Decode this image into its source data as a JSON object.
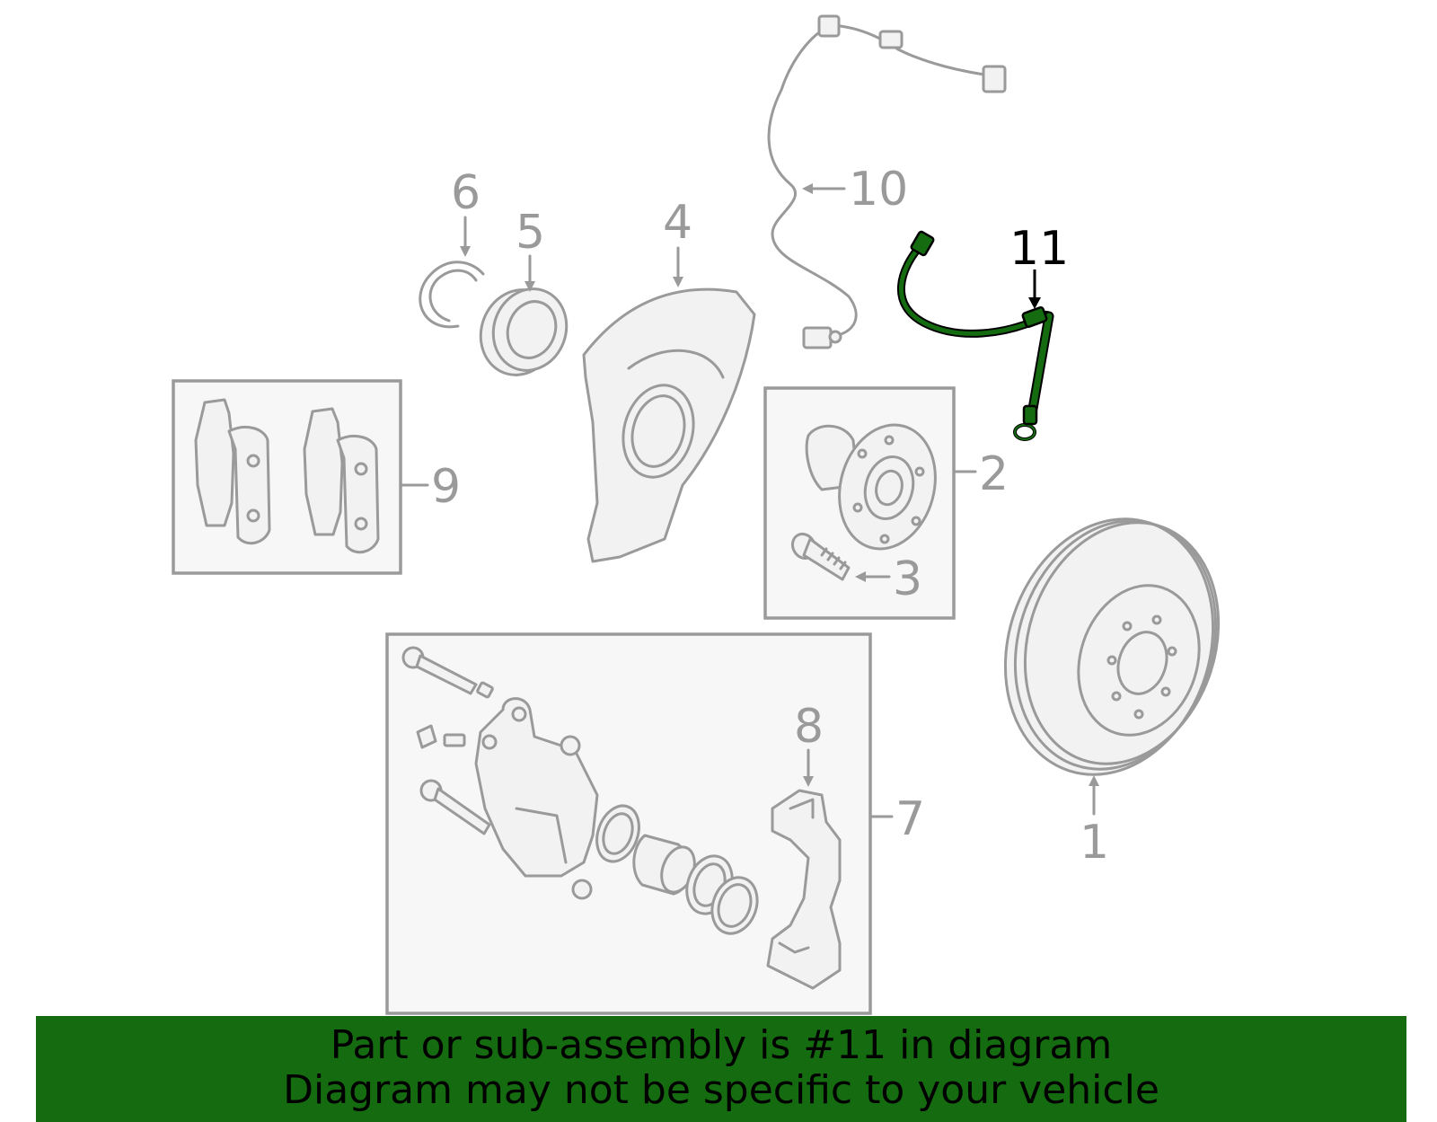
{
  "diagram": {
    "highlight_color": "#156b0f",
    "part_color": "#9a9a9a",
    "labels": {
      "p1": "1",
      "p2": "2",
      "p3": "3",
      "p4": "4",
      "p5": "5",
      "p6": "6",
      "p7": "7",
      "p8": "8",
      "p9": "9",
      "p10": "10",
      "p11": "11"
    },
    "highlighted_part": "11"
  },
  "banner": {
    "line1": "Part or sub-assembly is #11 in diagram",
    "line2": "Diagram may not be specific to your vehicle",
    "background": "#156b0f"
  }
}
